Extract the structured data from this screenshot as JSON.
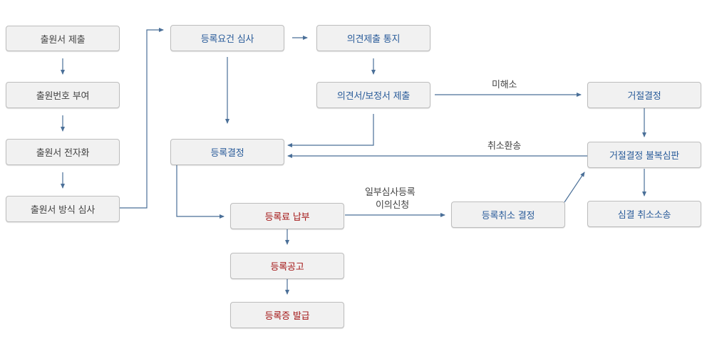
{
  "colors": {
    "node_fill": "#f1f1f1",
    "node_border": "#bdbdbd",
    "edge": "#4a6f98",
    "text_gray": "#444444",
    "text_blue": "#2a5c9a",
    "text_red": "#a31515"
  },
  "nodes": {
    "application_submit": "출원서 제출",
    "application_number": "출원번호 부여",
    "application_digitize": "출원서 전자화",
    "formality_review": "출원서 방식 심사",
    "requirement_review": "등록요건 심사",
    "opinion_notice": "의견제출 통지",
    "opinion_amend_submit": "의견서/보정서 제출",
    "registration_decision": "등록결정",
    "rejection_decision": "거절결정",
    "rejection_appeal": "거절결정 불복심판",
    "fee_payment": "등록료 납부",
    "cancellation_decision": "등록취소 결정",
    "trial_cancel_suit": "심결 취소소송",
    "registration_notice": "등록공고",
    "certificate_issue": "등록증 발급"
  },
  "edge_labels": {
    "unresolved": "미해소",
    "cancel_remand": "취소환송",
    "partial_exam_line1": "일부심사등록",
    "partial_exam_line2": "이의신청"
  }
}
